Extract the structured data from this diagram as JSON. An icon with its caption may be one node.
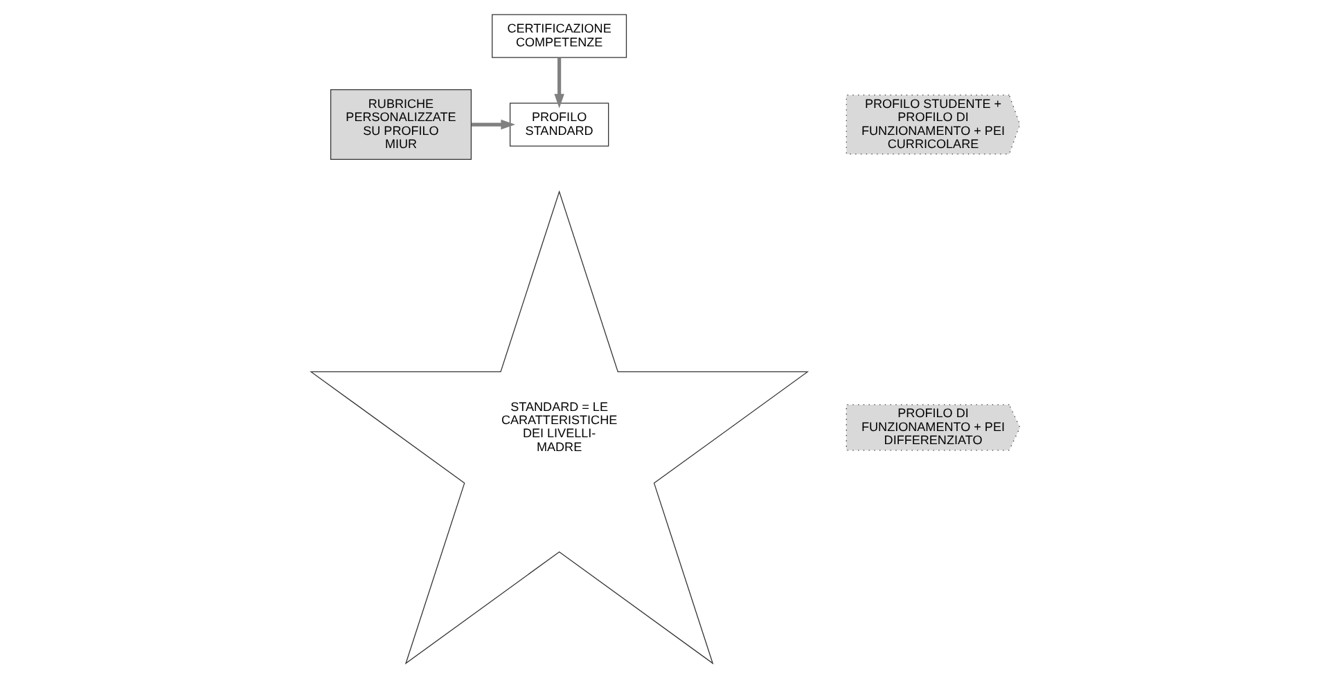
{
  "diagram": {
    "nodes": [
      {
        "text": [
          "CERTIFICAZIONE COMPETENZE"
        ]
      },
      {
        "text": [
          "PROFILO STUDENTE + PROFILO DI FUNZIONAMENTO + PEI CURRICOLARE"
        ]
      },
      {
        "text": [
          "PROFILO STANDARD"
        ]
      },
      {
        "text": [
          "RUBRICHE PERSONALIZZATE SU PROFILO MIUR"
        ]
      },
      {
        "text": [
          "PROFILO DI FUNZIONAMENTO + PEI DIFFERENZIATO"
        ]
      },
      {
        "text": [
          "STANDARD = LE CARATTERISTICHE DEI LIVELLI-MADRE"
        ]
      }
    ],
    "edges": [
      {
        "from": 0,
        "to": 2,
        "arrow": "to"
      },
      {
        "from": 3,
        "to": 2,
        "arrow": "to"
      }
    ]
  }
}
